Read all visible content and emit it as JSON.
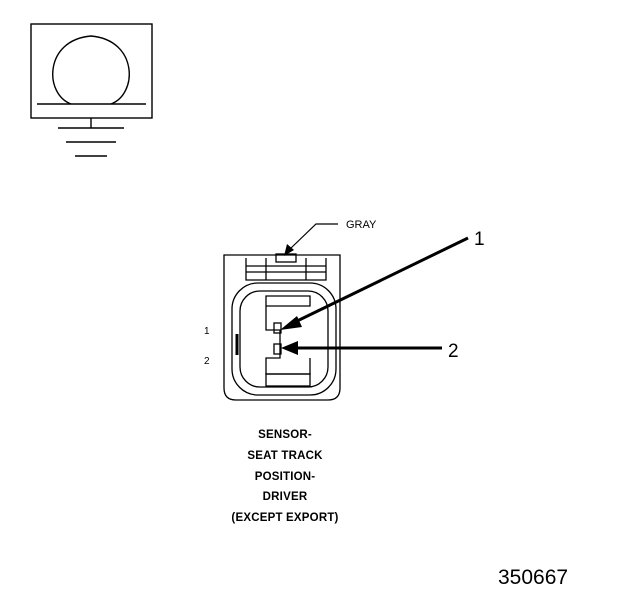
{
  "symbol": {
    "icon": "omega-ground-sensor-icon"
  },
  "connector": {
    "color_callout": "GRAY",
    "cavity_1_label": "1",
    "cavity_2_label": "2",
    "callout_1": "1",
    "callout_2": "2"
  },
  "caption": {
    "line1": "SENSOR-",
    "line2": "SEAT TRACK",
    "line3": "POSITION-",
    "line4": "DRIVER",
    "line5": "(EXCEPT EXPORT)"
  },
  "figure_number": "350667",
  "colors": {
    "line": "#000000",
    "background": "#ffffff"
  }
}
